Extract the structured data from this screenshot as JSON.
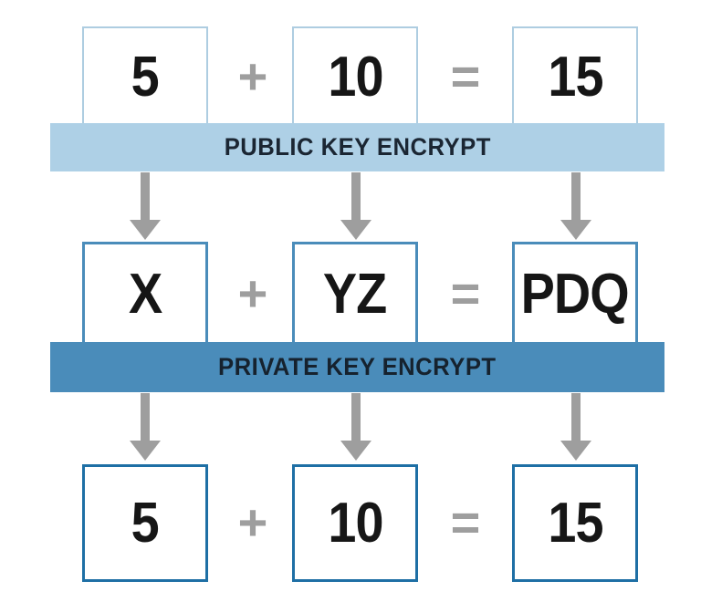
{
  "diagram": {
    "description": "homomorphic-encryption-flow",
    "rows": [
      {
        "name": "plaintext-input",
        "left": "5",
        "operator": "+",
        "right": "10",
        "equals": "=",
        "result": "15"
      },
      {
        "name": "encrypted-values",
        "left": "X",
        "operator": "+",
        "right": "YZ",
        "equals": "=",
        "result": "PDQ"
      },
      {
        "name": "decrypted-result",
        "left": "5",
        "operator": "+",
        "right": "10",
        "equals": "=",
        "result": "15"
      }
    ],
    "banners": [
      {
        "label": "PUBLIC KEY ENCRYPT"
      },
      {
        "label": "PRIVATE KEY ENCRYPT"
      }
    ],
    "colors": {
      "public_banner_bg": "#aed0e6",
      "private_banner_bg": "#4a8cba",
      "top_box_border": "#aecde1",
      "middle_box_border": "#4a8cba",
      "bottom_box_border": "#1e6fa5",
      "arrow_gray": "#9e9e9e",
      "banner_text": "#1b2633",
      "value_text": "#161616",
      "background": "#ffffff"
    }
  }
}
